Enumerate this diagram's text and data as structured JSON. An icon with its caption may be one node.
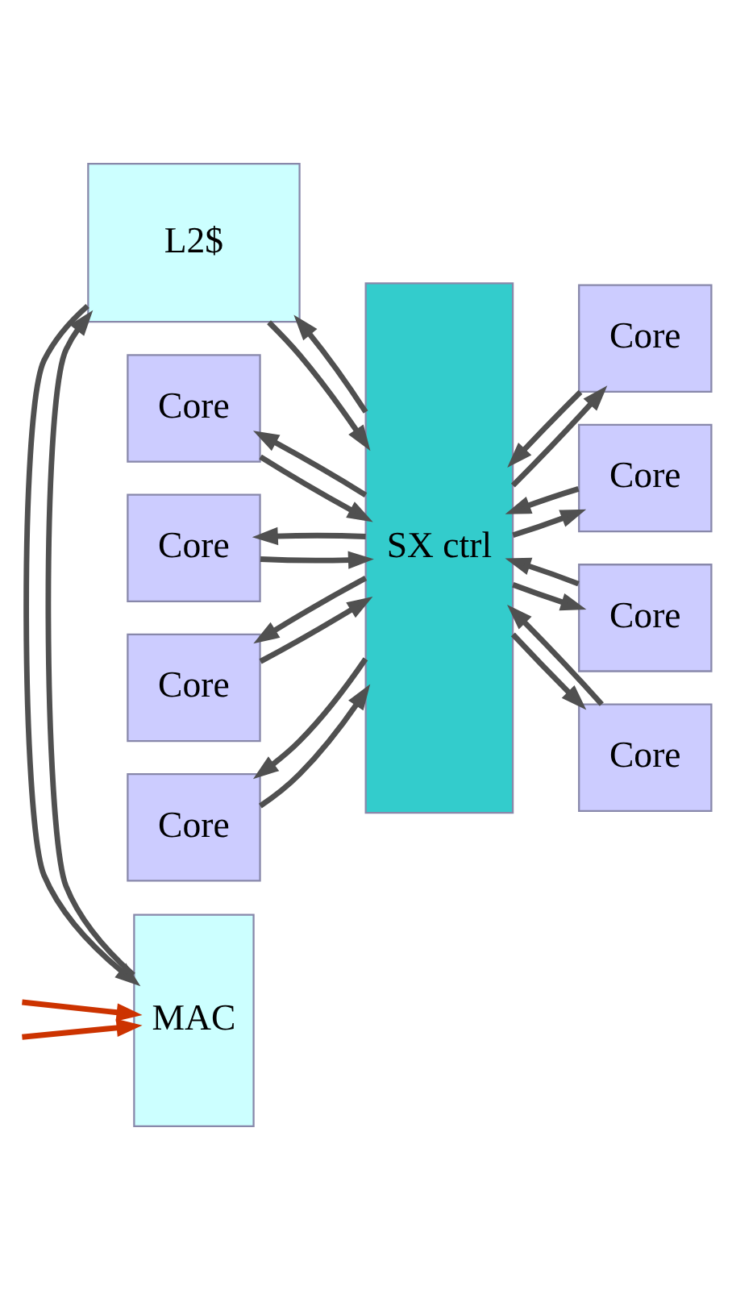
{
  "diagram": {
    "nodes": [
      {
        "text": [
          "L2$"
        ]
      },
      {
        "text": [
          "MAC"
        ]
      },
      {
        "text": [
          "SX ctrl"
        ]
      },
      {
        "text": [
          "Core"
        ]
      },
      {
        "text": [
          "Core"
        ]
      },
      {
        "text": [
          "Core"
        ]
      },
      {
        "text": [
          "Core"
        ]
      },
      {
        "text": [
          "Core"
        ]
      },
      {
        "text": [
          "Core"
        ]
      },
      {
        "text": [
          "Core"
        ]
      },
      {
        "text": [
          "Core"
        ]
      }
    ],
    "edges": [
      {
        "from": 1,
        "to": 0,
        "arrow": "to"
      },
      {
        "from": 0,
        "to": 1,
        "arrow": "to"
      },
      {
        "from": null,
        "to": 1,
        "arrow": "to",
        "color": "#cc3300"
      },
      {
        "from": null,
        "to": 1,
        "arrow": "to",
        "color": "#cc3300"
      },
      {
        "from": 0,
        "to": 2,
        "arrow": "to"
      },
      {
        "from": 2,
        "to": 0,
        "arrow": "to"
      },
      {
        "from": 3,
        "to": 2,
        "arrow": "to"
      },
      {
        "from": 2,
        "to": 3,
        "arrow": "to"
      },
      {
        "from": 2,
        "to": 7,
        "arrow": "to"
      },
      {
        "from": 7,
        "to": 2,
        "arrow": "to"
      },
      {
        "from": 4,
        "to": 2,
        "arrow": "to"
      },
      {
        "from": 2,
        "to": 4,
        "arrow": "to"
      },
      {
        "from": 2,
        "to": 8,
        "arrow": "to"
      },
      {
        "from": 8,
        "to": 2,
        "arrow": "to"
      },
      {
        "from": 5,
        "to": 2,
        "arrow": "to"
      },
      {
        "from": 2,
        "to": 5,
        "arrow": "to"
      },
      {
        "from": 2,
        "to": 9,
        "arrow": "to"
      },
      {
        "from": 9,
        "to": 2,
        "arrow": "to"
      },
      {
        "from": 6,
        "to": 2,
        "arrow": "to"
      },
      {
        "from": 2,
        "to": 6,
        "arrow": "to"
      },
      {
        "from": 2,
        "to": 10,
        "arrow": "to"
      },
      {
        "from": 10,
        "to": 2,
        "arrow": "to"
      }
    ]
  }
}
